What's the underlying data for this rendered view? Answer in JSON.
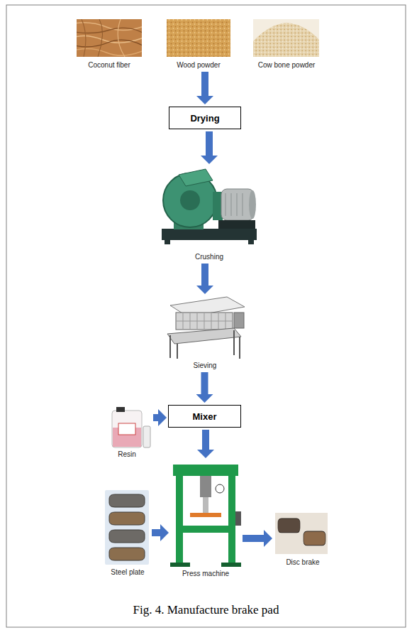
{
  "diagram": {
    "caption": "Fig. 4. Manufacture brake pad",
    "nodes": [
      {
        "text": [
          "Coconut fiber"
        ]
      },
      {
        "text": [
          "Wood powder"
        ]
      },
      {
        "text": [
          "Cow bone powder"
        ]
      },
      {
        "text": [
          "Drying"
        ]
      },
      {
        "text": [
          "Crushing"
        ]
      },
      {
        "text": [
          "Sieving"
        ]
      },
      {
        "text": [
          "Resin"
        ]
      },
      {
        "text": [
          "Mixer"
        ]
      },
      {
        "text": [
          "Steel plate"
        ]
      },
      {
        "text": [
          "Press machine"
        ]
      },
      {
        "text": [
          "Disc brake"
        ]
      }
    ],
    "edges": [
      {
        "from": 1,
        "to": 3,
        "arrow": "to"
      },
      {
        "from": 3,
        "to": 4,
        "arrow": "to"
      },
      {
        "from": 4,
        "to": 5,
        "arrow": "to"
      },
      {
        "from": 5,
        "to": 7,
        "arrow": "to"
      },
      {
        "from": 6,
        "to": 7,
        "arrow": "to"
      },
      {
        "from": 7,
        "to": 9,
        "arrow": "to"
      },
      {
        "from": 8,
        "to": 9,
        "arrow": "to"
      },
      {
        "from": 9,
        "to": 10,
        "arrow": "to"
      }
    ]
  }
}
